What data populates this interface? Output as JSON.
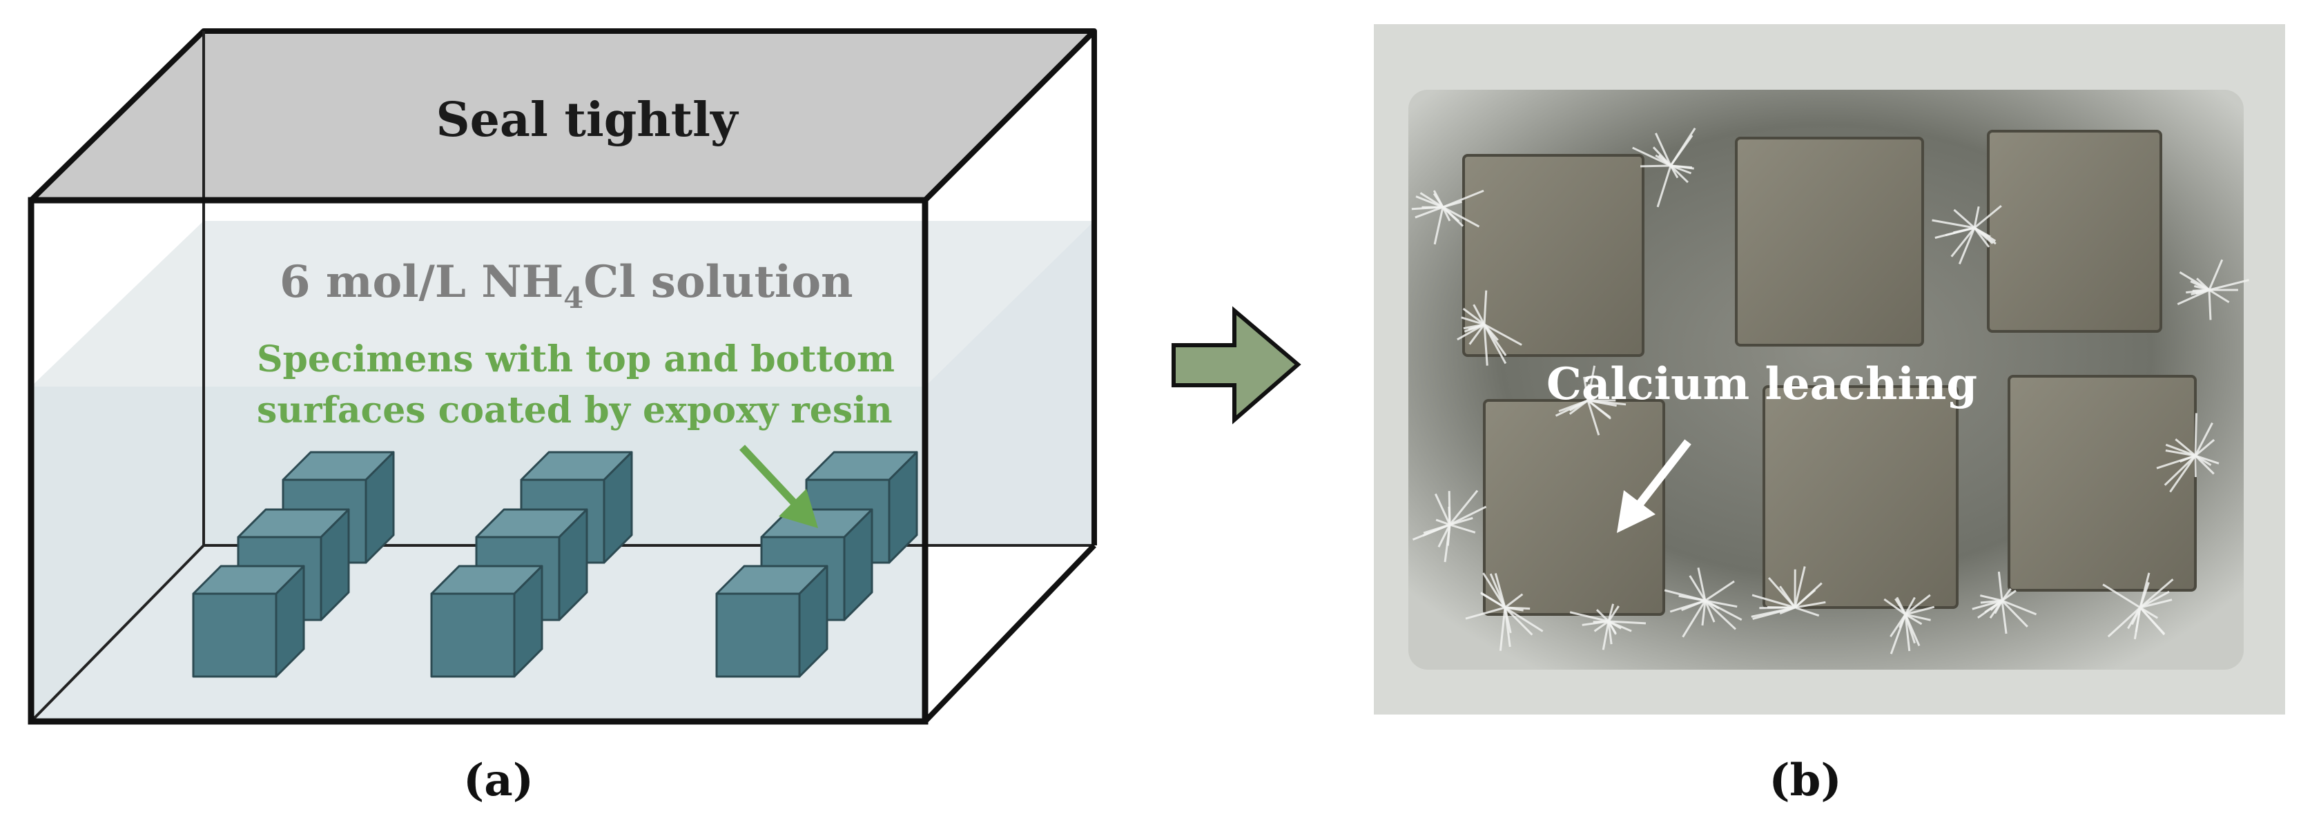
{
  "panel_a": {
    "lid_label": "Seal tightly",
    "solution_label_prefix": "6 mol/L NH",
    "solution_label_subscript": "4",
    "solution_label_suffix": "Cl solution",
    "specimen_label_line1": "Specimens with top and bottom",
    "specimen_label_line2": "surfaces coated by expoxy resin",
    "caption": "(a)"
  },
  "panel_b": {
    "annotation": "Calcium leaching",
    "caption": "(b)"
  },
  "colors": {
    "lid": "#c9c9c9",
    "solution": "#dfe6ea",
    "cube_front": "#4f7d88",
    "cube_top": "#6e99a3",
    "cube_side": "#3f6d78",
    "green_text": "#6aa84f",
    "grey_text": "#7f7f7f",
    "arrow_fill": "#8ca37c",
    "photo_bg": "#6e7068"
  }
}
